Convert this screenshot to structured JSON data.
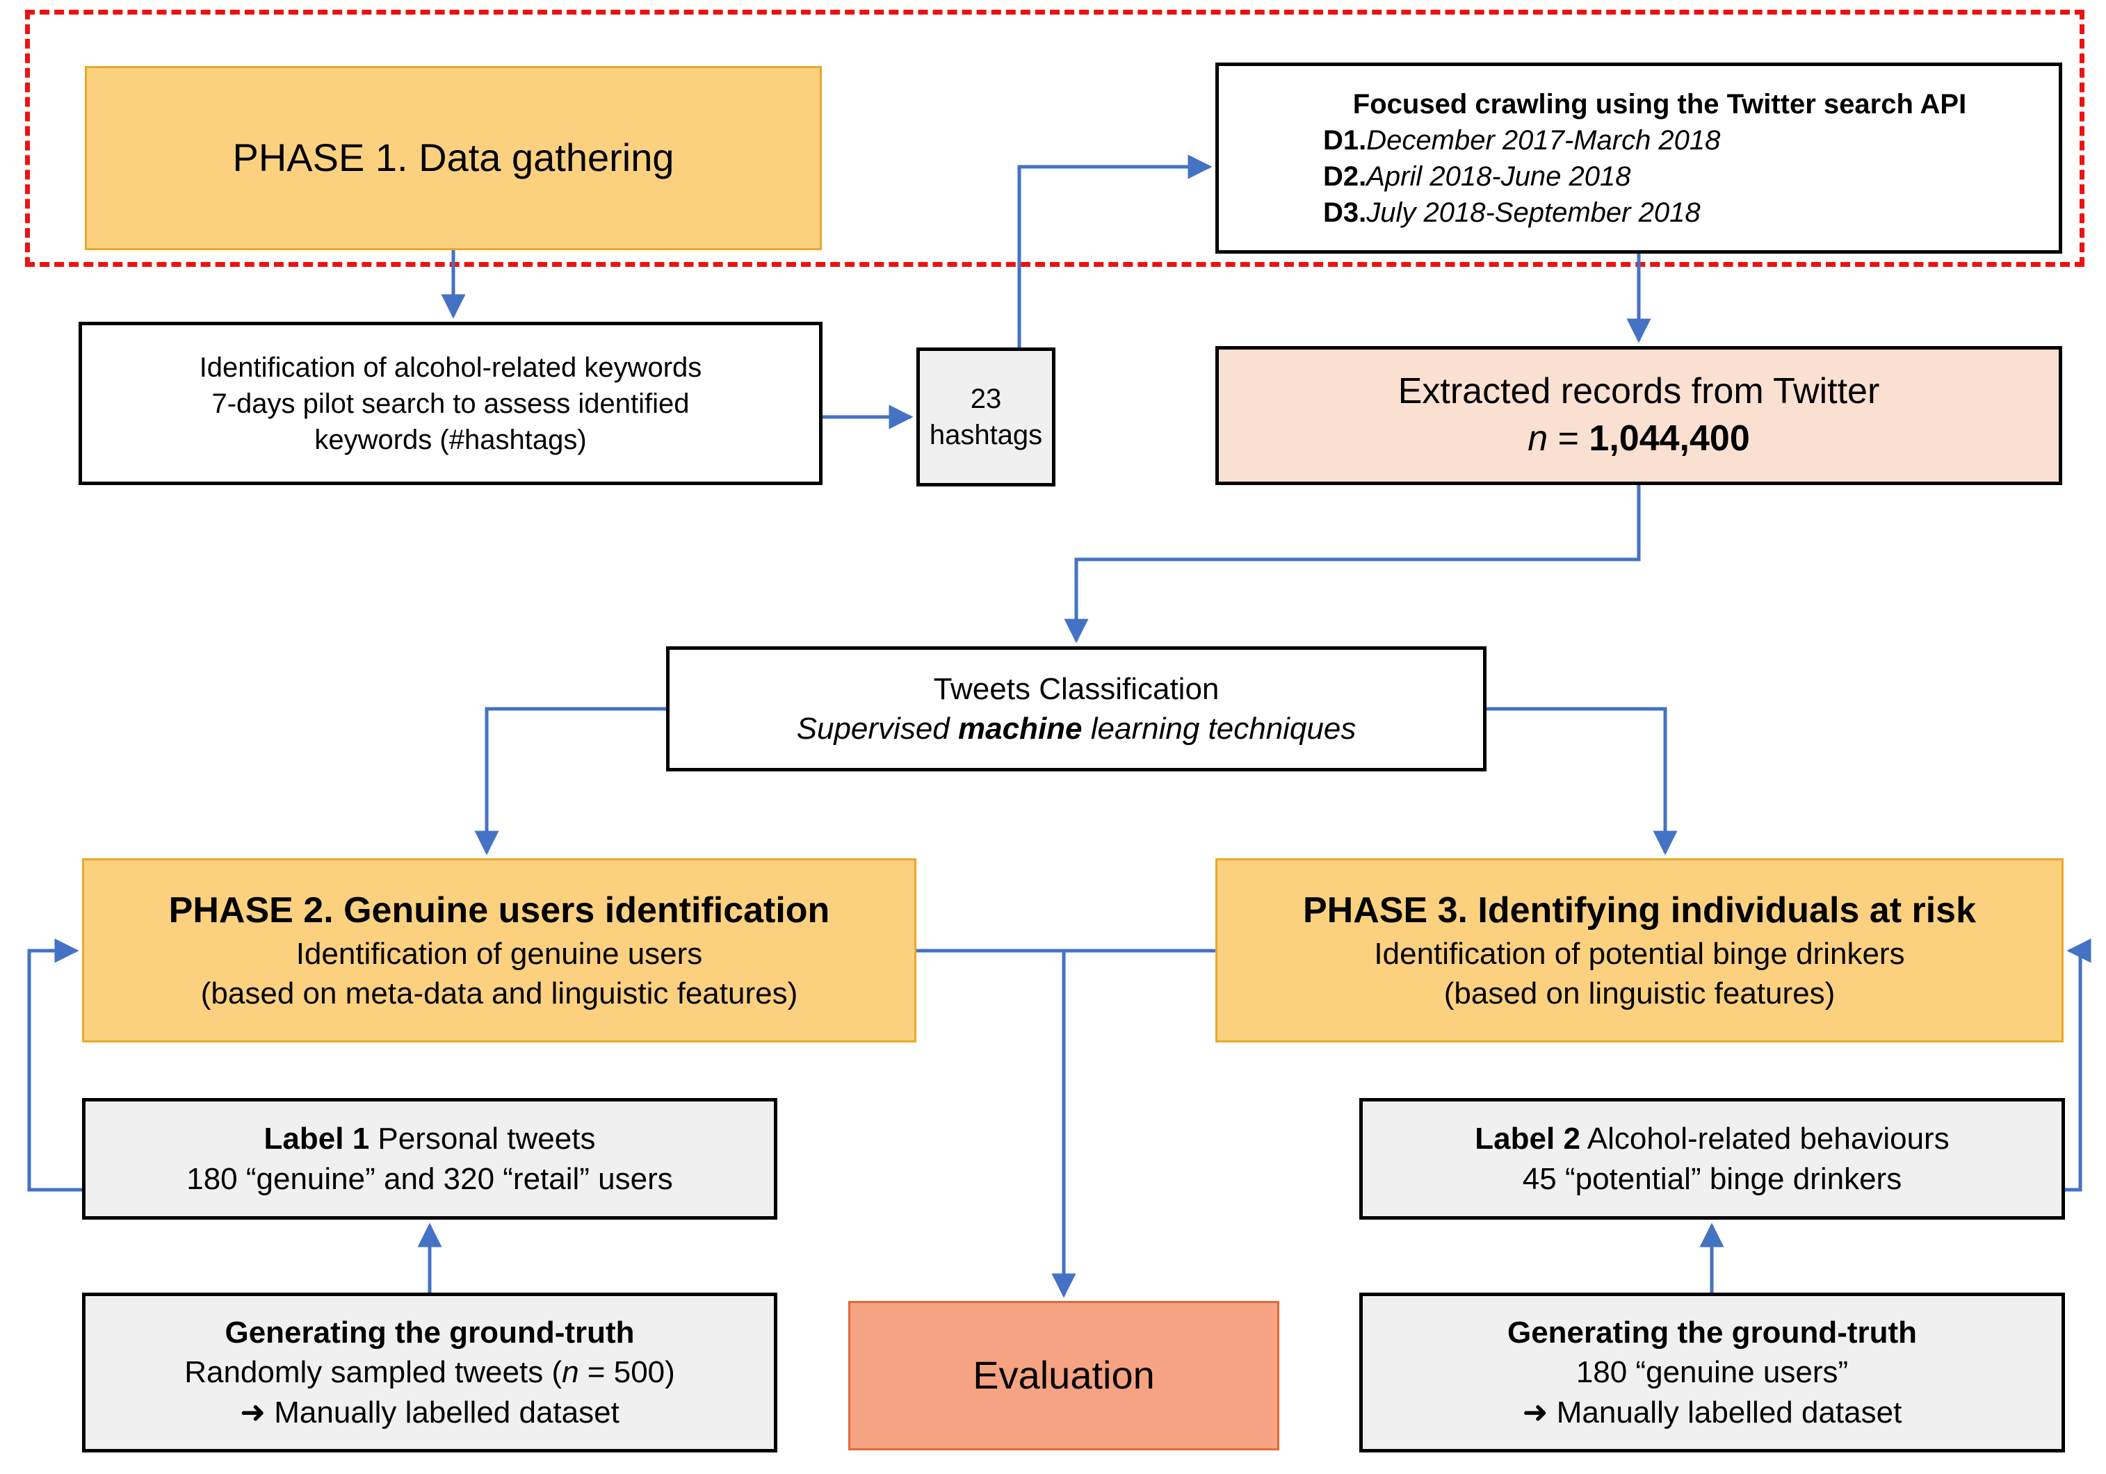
{
  "diagram": {
    "title": "Three-phase Twitter alcohol-related data analysis pipeline",
    "colors": {
      "phase_box_fill": "#fbd180",
      "phase_box_border": "#e8a92a",
      "region_dashed": "#ee1111",
      "connector": "#4472c4",
      "grey_box_fill": "#f0f0f0",
      "peach_box_fill": "#fae0d0",
      "salmon_box_fill": "#f6a383",
      "salmon_box_border": "#e06a3a",
      "black_border": "#000000"
    }
  },
  "phase1": {
    "title": "PHASE 1. Data gathering",
    "keywords_box": {
      "line1": "Identification of alcohol-related keywords",
      "line2": "7-days pilot search to assess identified",
      "line3": "keywords (#hashtags)"
    },
    "hashtags_box": {
      "count": "23",
      "label": "hashtags"
    },
    "crawling_box": {
      "heading": "Focused crawling using the Twitter search API",
      "datasets": [
        {
          "id": "D1.",
          "range": "December 2017-March 2018"
        },
        {
          "id": "D2.",
          "range": "April 2018-June 2018"
        },
        {
          "id": "D3.",
          "range": "July 2018-September 2018"
        }
      ]
    },
    "extracted_box": {
      "line1": "Extracted records from Twitter",
      "n_symbol": "n",
      "equals": " = ",
      "n_value": "1,044,400"
    }
  },
  "classification": {
    "title": "Tweets Classification",
    "subtitle_pre": "Supervised ",
    "subtitle_bold": "machine",
    "subtitle_post": " learning techniques"
  },
  "phase2": {
    "title": "PHASE 2. Genuine users identification",
    "line2": "Identification of genuine users",
    "line3": "(based on meta-data and linguistic features)",
    "label_box": {
      "label_bold": "Label 1",
      "label_rest": " Personal tweets",
      "line2": "180 “genuine” and 320 “retail” users"
    },
    "ground_truth": {
      "heading": "Generating the ground-truth",
      "line2_pre": "Randomly sampled tweets (",
      "line2_n": "n",
      "line2_post": " = 500)",
      "line3_arrow": "➜",
      "line3_text": " Manually labelled dataset"
    }
  },
  "phase3": {
    "title": "PHASE 3. Identifying individuals at risk",
    "line2": "Identification of potential binge drinkers",
    "line3": "(based on linguistic features)",
    "label_box": {
      "label_bold": "Label 2",
      "label_rest": " Alcohol-related behaviours",
      "line2": "45 “potential” binge drinkers"
    },
    "ground_truth": {
      "heading": "Generating the ground-truth",
      "line2": "180 “genuine users”",
      "line3_arrow": "➜",
      "line3_text": " Manually labelled dataset"
    }
  },
  "evaluation": {
    "title": "Evaluation"
  }
}
